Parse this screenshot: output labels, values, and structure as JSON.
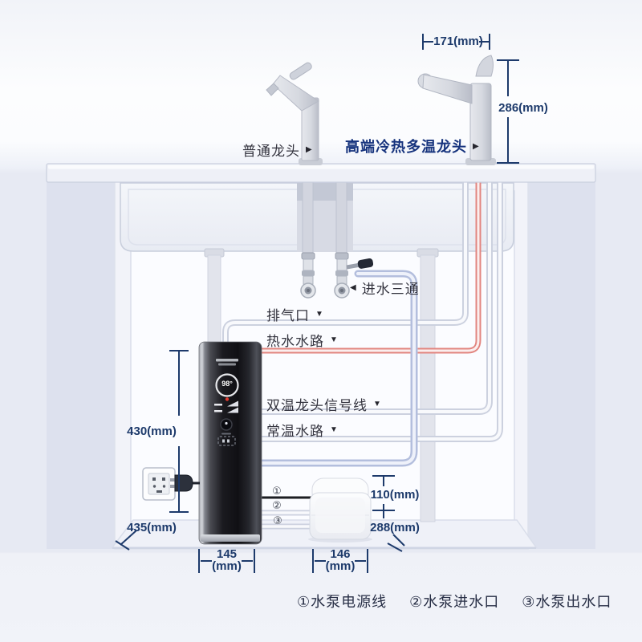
{
  "labels": {
    "ordinary_faucet": "普通龙头",
    "premium_faucet": "高端冷热多温龙头",
    "inlet_tee": "进水三通",
    "exhaust_port": "排气口",
    "hot_water_line": "热水水路",
    "signal_line": "双温龙头信号线",
    "normal_water_line": "常温水路",
    "arrow_right": "▶",
    "arrow_left": "◀",
    "arrow_down": "▼"
  },
  "dimensions": {
    "faucet_spout_width": "171(mm)",
    "faucet_height": "286(mm)",
    "heater_height": "430(mm)",
    "heater_install_height": "435(mm)",
    "pump_height": "110(mm)",
    "pump_install_height": "288(mm)",
    "heater_width": "145",
    "heater_width_unit": "(mm)",
    "pump_width": "146",
    "pump_width_unit": "(mm)"
  },
  "device": {
    "display_temperature": "98°"
  },
  "pump_connections": {
    "line1_marker": "①",
    "line2_marker": "②",
    "line3_marker": "③"
  },
  "legend": {
    "item1": "①水泵电源线",
    "item2": "②水泵进水口",
    "item3": "③水泵出水口"
  },
  "colors": {
    "dimension_line": "#1d3a6b",
    "premium_label": "#16337d",
    "hot_water_pipe": "#e2857f",
    "cold_water_pipe": "#b3bedd"
  }
}
